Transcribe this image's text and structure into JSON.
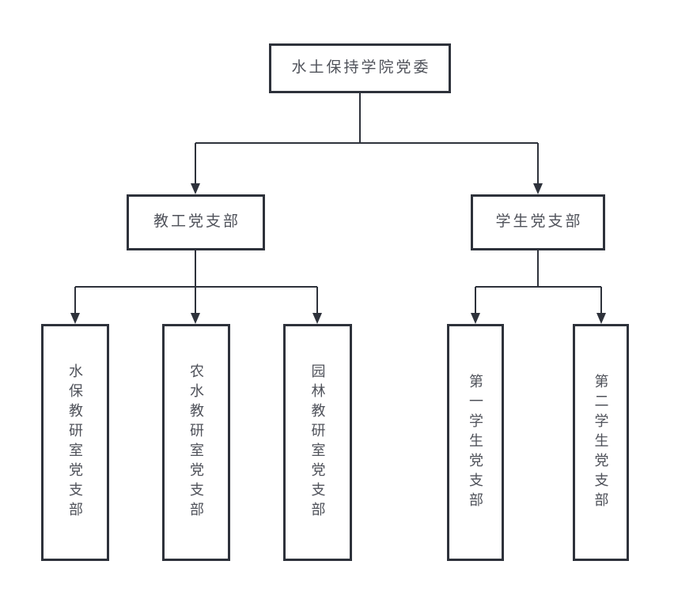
{
  "diagram": {
    "type": "org-chart",
    "colors": {
      "background": "#ffffff",
      "line": "#2e323b",
      "text": "#4f525a"
    },
    "nodes": {
      "root": {
        "label": "水土保持学院党委"
      },
      "level2": [
        {
          "label": "教工党支部"
        },
        {
          "label": "学生党支部"
        }
      ],
      "level3": [
        {
          "label": "水保教研室党支部",
          "parent": "教工党支部"
        },
        {
          "label": "农水教研室党支部",
          "parent": "教工党支部"
        },
        {
          "label": "园林教研室党支部",
          "parent": "教工党支部"
        },
        {
          "label": "第一学生党支部",
          "parent": "学生党支部"
        },
        {
          "label": "第二学生党支部",
          "parent": "学生党支部"
        }
      ]
    }
  }
}
